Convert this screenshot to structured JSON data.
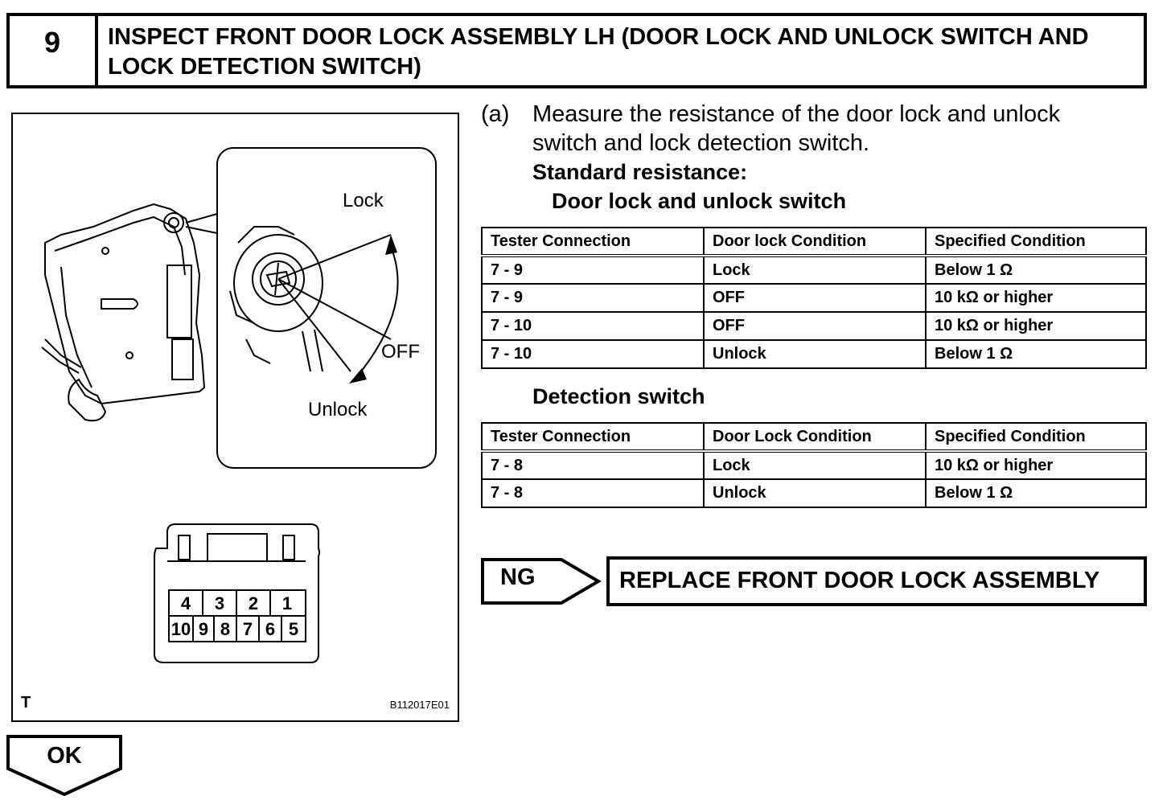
{
  "step": {
    "number": "9",
    "title_line1": "INSPECT FRONT DOOR LOCK ASSEMBLY LH (DOOR LOCK AND UNLOCK SWITCH AND",
    "title_line2": "LOCK DETECTION SWITCH)"
  },
  "figure": {
    "label_lock": "Lock",
    "label_off": "OFF",
    "label_unlock": "Unlock",
    "pins_top": [
      "4",
      "3",
      "2",
      "1"
    ],
    "pins_bottom": [
      "10",
      "9",
      "8",
      "7",
      "6",
      "5"
    ],
    "corner_tag": "T",
    "figure_id": "B112017E01"
  },
  "instruction": {
    "label": "(a)",
    "text_line1": "Measure the resistance of the door lock and unlock",
    "text_line2": "switch and lock detection switch.",
    "standard_label": "Standard resistance:",
    "table1_title": "Door lock and unlock switch",
    "table2_title": "Detection switch"
  },
  "table1": {
    "headers": [
      "Tester Connection",
      "Door lock Condition",
      "Specified Condition"
    ],
    "rows": [
      [
        "7 - 9",
        "Lock",
        "Below 1 Ω"
      ],
      [
        "7 - 9",
        "OFF",
        "10 kΩ or higher"
      ],
      [
        "7 - 10",
        "OFF",
        "10 kΩ or higher"
      ],
      [
        "7 - 10",
        "Unlock",
        "Below 1 Ω"
      ]
    ]
  },
  "table2": {
    "headers": [
      "Tester Connection",
      "Door Lock Condition",
      "Specified Condition"
    ],
    "rows": [
      [
        "7 - 8",
        "Lock",
        "10 kΩ or higher"
      ],
      [
        "7 - 8",
        "Unlock",
        "Below 1 Ω"
      ]
    ]
  },
  "result": {
    "ng_label": "NG",
    "ng_action": "REPLACE FRONT DOOR LOCK ASSEMBLY",
    "ok_label": "OK"
  }
}
